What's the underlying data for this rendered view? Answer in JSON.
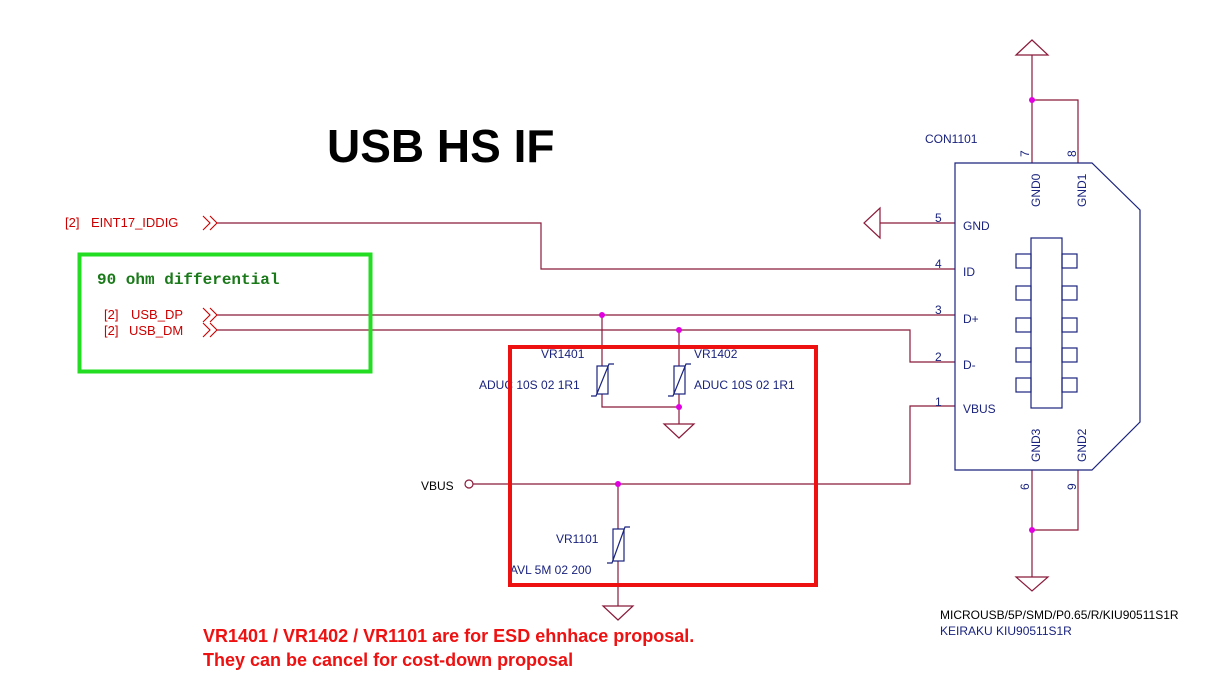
{
  "title": "USB HS IF",
  "connector": {
    "ref": "CON1101",
    "part_number": "MICROUSB/5P/SMD/P0.65/R/KIU90511S1R",
    "maker": "KEIRAKU KIU90511S1R",
    "pins": [
      {
        "num": "5",
        "name": "GND"
      },
      {
        "num": "4",
        "name": "ID"
      },
      {
        "num": "3",
        "name": "D+"
      },
      {
        "num": "2",
        "name": "D-"
      },
      {
        "num": "1",
        "name": "VBUS"
      }
    ],
    "top_pins": [
      {
        "num": "7",
        "name": "GND0"
      },
      {
        "num": "8",
        "name": "GND1"
      }
    ],
    "bottom_pins": [
      {
        "num": "6",
        "name": "GND3"
      },
      {
        "num": "9",
        "name": "GND2"
      }
    ]
  },
  "nets": {
    "eint": {
      "ref": "[2]",
      "name": "EINT17_IDDIG"
    },
    "dp": {
      "ref": "[2]",
      "name": "USB_DP"
    },
    "dm": {
      "ref": "[2]",
      "name": "USB_DM"
    },
    "vbus": "VBUS"
  },
  "differential_note": "90 ohm differential",
  "varistors": [
    {
      "ref": "VR1401",
      "value": "ADUC 10S 02 1R1"
    },
    {
      "ref": "VR1402",
      "value": "ADUC 10S 02 1R1"
    },
    {
      "ref": "VR1101",
      "value": "AVL 5M 02 200"
    }
  ],
  "note_lines": [
    "VR1401 / VR1402 / VR1101 are for ESD ehnhace proposal.",
    "They can be cancel for cost-down proposal"
  ],
  "colors": {
    "wire": "#8b1a3a",
    "component": "#1a237e",
    "net_label": "#cc0000",
    "junction": "#e000e0",
    "green_box": "#22dd22",
    "red_box": "#ee1111",
    "note": "#ee1111",
    "diff_text": "#1a7a1a"
  }
}
